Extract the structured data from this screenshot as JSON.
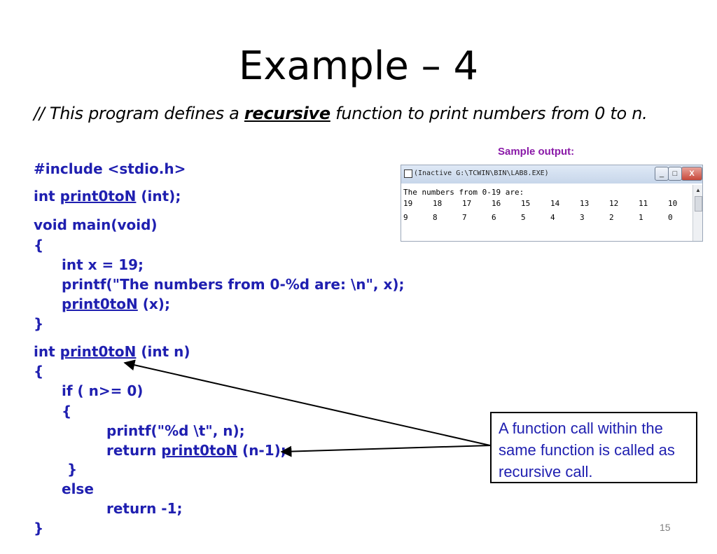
{
  "slide": {
    "title": "Example – 4",
    "subtitle": {
      "prefix": "// This program defines a ",
      "keyword": "recursive",
      "suffix": " function to print numbers from 0 to n."
    },
    "code": {
      "include": "#include <stdio.h>",
      "proto_pre": "int ",
      "proto_fn": "print0toN",
      "proto_post": " (int);",
      "main_sig": "void main(void)",
      "brace_open": "{",
      "decl": "int x = 19;",
      "printf_main": "printf(\"The numbers from 0-%d are: \\n\", x);",
      "call_fn": "print0toN",
      "call_post": " (x);",
      "brace_close": "}",
      "def_pre": "int ",
      "def_fn": "print0toN",
      "def_post": " (int n)",
      "if_line": "if ( n>= 0)",
      "printf_rec": "printf(\"%d \\t\", n);",
      "ret_pre": "return ",
      "ret_fn": "print0toN",
      "ret_post": " (n-1);",
      "else_line": "else",
      "ret_neg": "return -1;"
    },
    "sample_output_label": "Sample output:",
    "console": {
      "title": "(Inactive G:\\TCWIN\\BIN\\LAB8.EXE)",
      "btn_min": "_",
      "btn_max": "□",
      "btn_close": "X",
      "header_line": "The numbers from 0-19 are:",
      "row1": [
        "19",
        "18",
        "17",
        "16",
        "15",
        "14",
        "13",
        "12",
        "11",
        "10"
      ],
      "row2": [
        "9",
        "8",
        "7",
        "6",
        "5",
        "4",
        "3",
        "2",
        "1",
        "0"
      ]
    },
    "callout": "A function call within the same function is called as recursive call.",
    "page_number": "15"
  }
}
